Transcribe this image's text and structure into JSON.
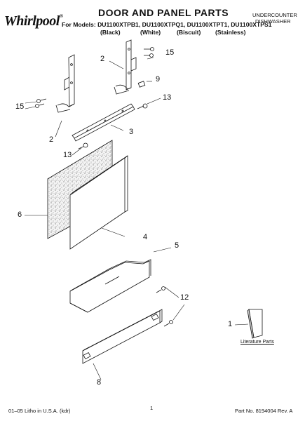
{
  "header": {
    "brand": "Whirlpool",
    "title": "DOOR AND PANEL PARTS",
    "models_line": "For Models: DU1100XTPB1, DU1100XTPQ1, DU1100XTPT1, DU1100XTPS1",
    "colors": [
      "(Black)",
      "(White)",
      "(Biscuit)",
      "(Stainless)"
    ],
    "product_type_line1": "UNDERCOUNTER",
    "product_type_line2": "DISHWASHER"
  },
  "callouts": {
    "c15a": "15",
    "c2a": "2",
    "c9": "9",
    "c13a": "13",
    "c3": "3",
    "c15b": "15",
    "c2b": "2",
    "c13b": "13",
    "c6": "6",
    "c4": "4",
    "c5": "5",
    "c12": "12",
    "c1": "1",
    "c8": "8"
  },
  "literature_label": "Literature Parts",
  "footer": {
    "left": "01–05 Litho in U.S.A. (kdr)",
    "page": "1",
    "right": "Part No. 8194004 Rev. A"
  }
}
